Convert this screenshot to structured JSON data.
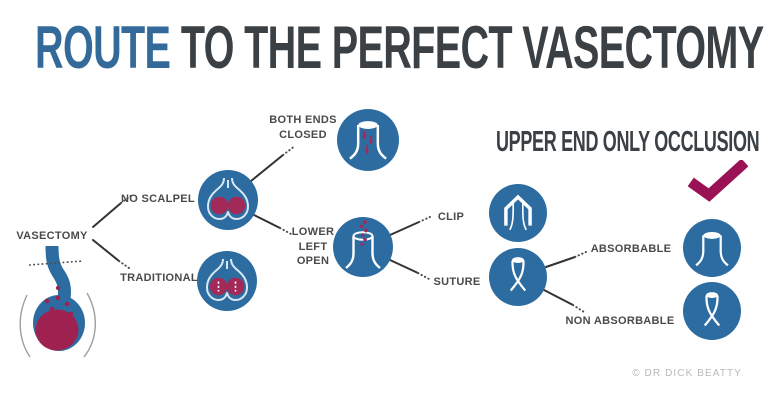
{
  "title": {
    "highlight": "ROUTE",
    "rest": "TO THE PERFECT VASECTOMY"
  },
  "section_heading": "UPPER END ONLY OCCLUSION",
  "nodes": {
    "vasectomy": "VASECTOMY",
    "no_scalpel": "NO SCALPEL",
    "traditional": "TRADITIONAL",
    "both_ends_closed": "BOTH ENDS CLOSED",
    "lower_left_open": "LOWER LEFT OPEN",
    "clip": "CLIP",
    "suture": "SUTURE",
    "absorbable": "ABSORBABLE",
    "non_absorbable": "NON ABSORBABLE"
  },
  "icons": {
    "no_scalpel": "scrotum-intact-icon",
    "traditional": "scrotum-incisions-icon",
    "both_ends_closed": "vas-tube-closed-arrows-icon",
    "lower_left_open": "vas-tube-open-sperm-icon",
    "clip": "clip-occlusion-icon",
    "suture": "suture-tie-icon",
    "absorbable": "vas-tube-closed-icon",
    "non_absorbable": "suture-tie-icon",
    "result": "checkmark-icon",
    "left_illustration": "vasectomy-anatomy-illustration"
  },
  "colors": {
    "title_blue": "#336a99",
    "title_dark": "#3b4045",
    "circle_blue": "#2d6ca1",
    "crimson": "#a12a57",
    "checkmark_magenta": "#9b1156",
    "label_gray": "#4a4a4a",
    "connector_dark": "#333333",
    "copyright_gray": "#b9b9b9"
  },
  "footer": {
    "copyright": "© DR DICK BEATTY"
  }
}
